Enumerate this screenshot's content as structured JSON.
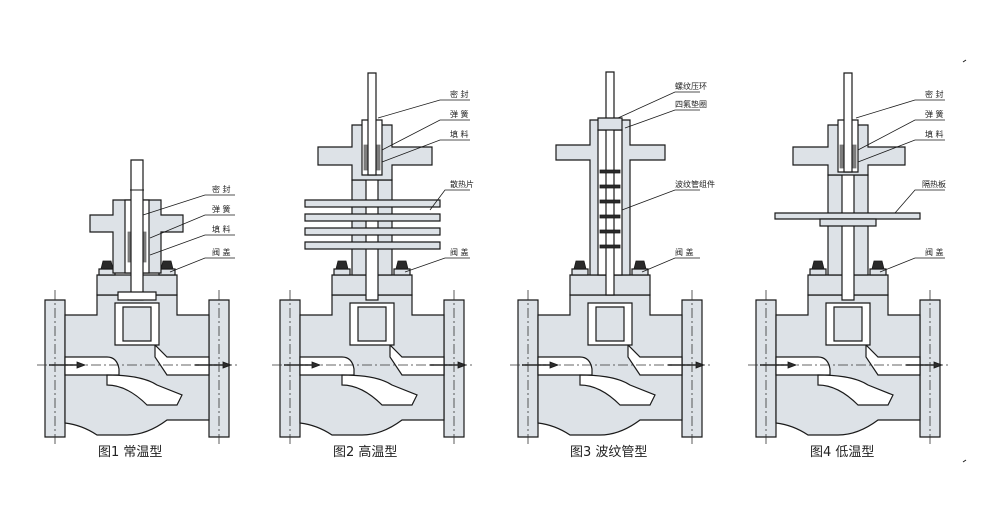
{
  "figures": [
    {
      "caption": "图1  常温型",
      "labels": [
        "密 封",
        "弹 簧",
        "填 料",
        "阀 盖"
      ]
    },
    {
      "caption": "图2  高温型",
      "labels": [
        "密 封",
        "弹 簧",
        "填 料",
        "散热片",
        "阀 盖"
      ]
    },
    {
      "caption": "图3  波纹管型",
      "labels": [
        "螺纹压环",
        "四氟垫圈",
        "波纹管组件",
        "阀 盖"
      ]
    },
    {
      "caption": "图4  低温型",
      "labels": [
        "密 封",
        "弹 簧",
        "填 料",
        "隔热板",
        "阀 盖"
      ]
    }
  ],
  "colors": {
    "body_fill": "#dde2e7",
    "line": "#1a1a1a"
  }
}
